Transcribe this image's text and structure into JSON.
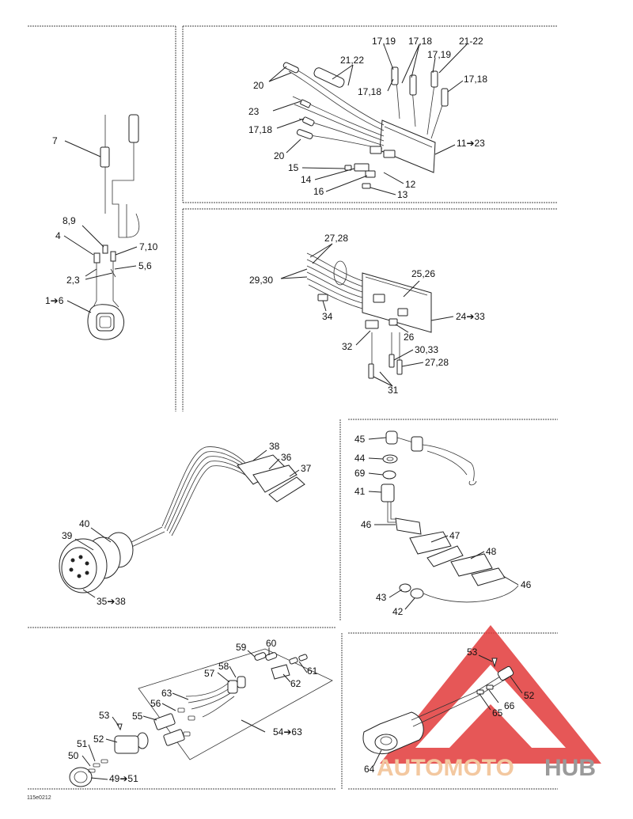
{
  "panels": {
    "p1": {
      "labels": [
        "7",
        "8,9",
        "4",
        "7,10",
        "5,6",
        "2,3",
        "1➔6"
      ]
    },
    "p2": {
      "labels": [
        "17,19",
        "17,18",
        "21-22",
        "21,22",
        "17,19",
        "20",
        "17,18",
        "17,18",
        "23",
        "17,18",
        "20",
        "11➔23",
        "15",
        "14",
        "16",
        "12",
        "13"
      ]
    },
    "p3": {
      "labels": [
        "27,28",
        "29,30",
        "25,26",
        "34",
        "24➔33",
        "26",
        "32",
        "30,33",
        "27,28",
        "31"
      ]
    },
    "p4": {
      "labels": [
        "38",
        "36",
        "37",
        "40",
        "39",
        "35➔38"
      ]
    },
    "p5": {
      "labels": [
        "45",
        "44",
        "69",
        "41",
        "46",
        "47",
        "48",
        "46",
        "43",
        "42"
      ]
    },
    "p6": {
      "labels": [
        "59",
        "60",
        "58",
        "57",
        "61",
        "62",
        "63",
        "56",
        "55",
        "53",
        "52",
        "54➔63",
        "51",
        "50",
        "49➔51"
      ]
    },
    "p7": {
      "labels": [
        "53",
        "52",
        "66",
        "65",
        "64"
      ]
    }
  },
  "figure_code": "115e0212",
  "watermark": {
    "part1": "AUTOMOTO",
    "part2": "HUB",
    "color1": "#f3c8a0",
    "color2": "#9a9a9a",
    "triangle_color": "#e23a3a"
  }
}
